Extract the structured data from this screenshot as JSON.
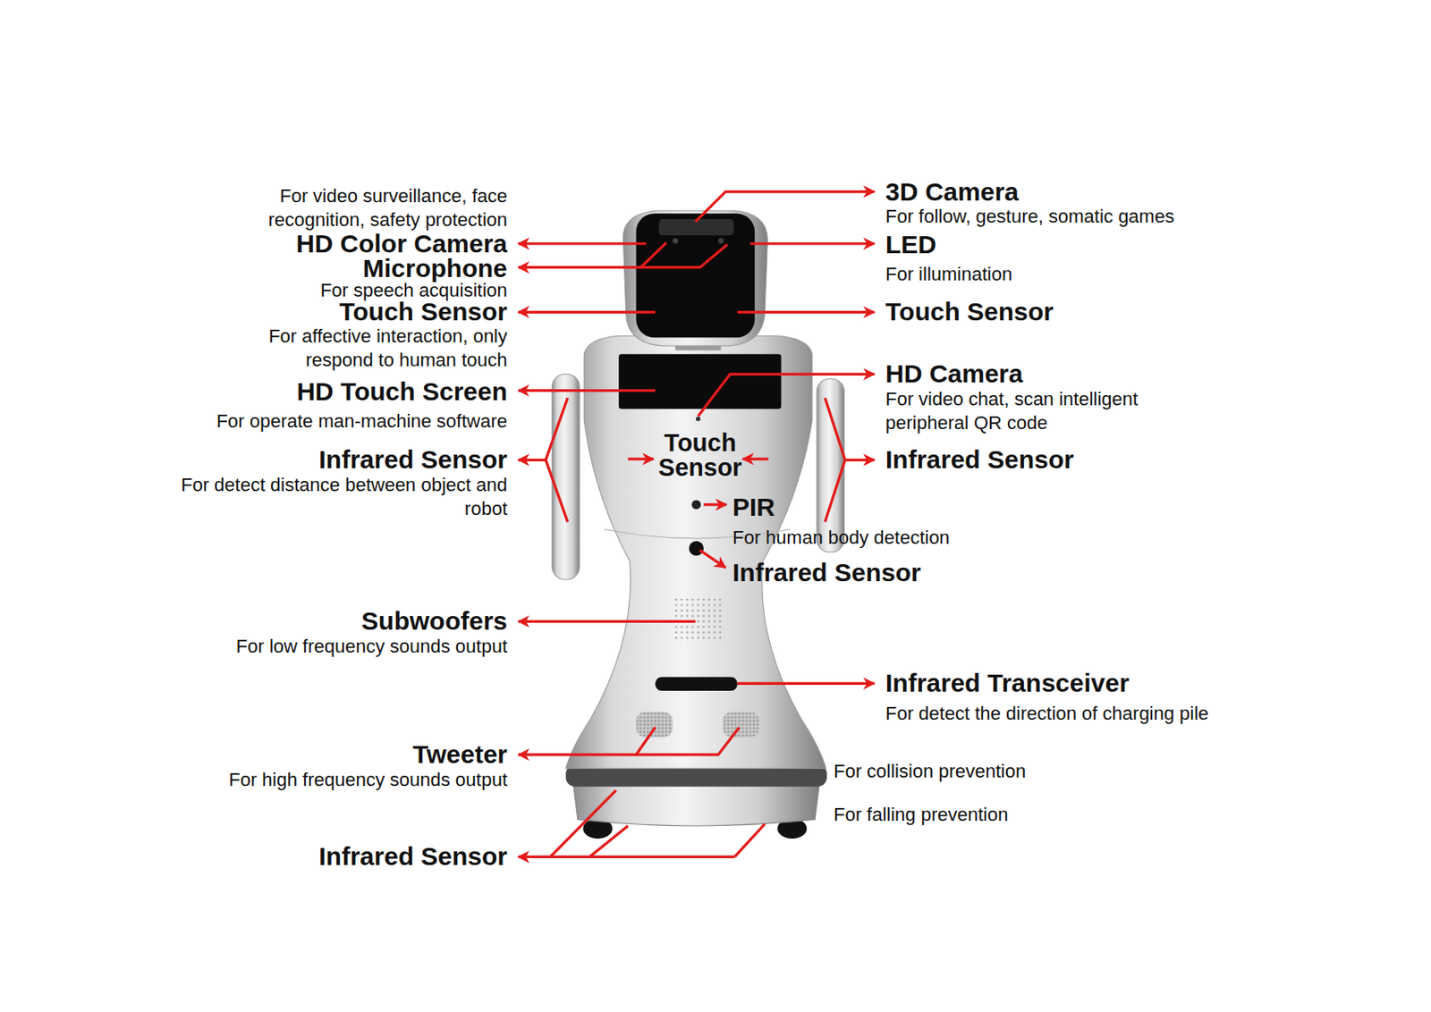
{
  "diagram": {
    "labels": [
      "For video surveillance, face recognition, safety protection",
      "HD Color Camera",
      "Microphone",
      "For speech acquisition",
      "Touch Sensor",
      "For affective interaction, only respond to human touch",
      "HD Touch Screen",
      "For operate man-machine software",
      "Infrared Sensor",
      "For detect distance between object and robot",
      "Subwoofers",
      "For low frequency sounds output",
      "Tweeter",
      "For high frequency sounds output",
      "Infrared Sensor",
      "3D Camera",
      "For follow, gesture, somatic games",
      "LED",
      "For illumination",
      "Touch Sensor",
      "HD Camera",
      "For video chat, scan intelligent peripheral QR code",
      "Infrared Sensor",
      "Touch Sensor",
      "PIR",
      "For human body detection",
      "Infrared Sensor",
      "Infrared Transceiver",
      "For detect the direction of charging pile",
      "For collision prevention",
      "For falling prevention"
    ]
  }
}
